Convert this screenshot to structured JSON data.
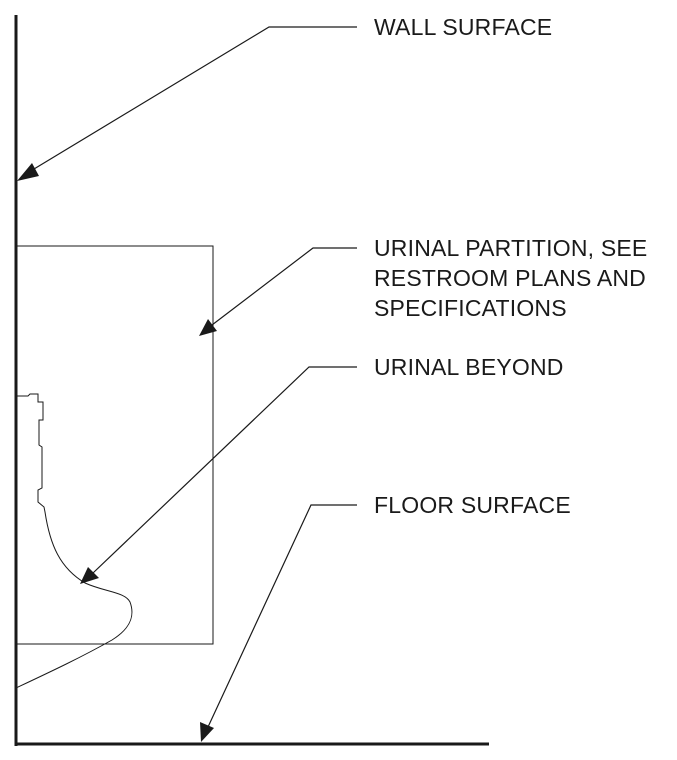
{
  "callouts": {
    "wall_surface": "WALL SURFACE",
    "urinal_partition": [
      "URINAL PARTITION, SEE",
      "RESTROOM PLANS AND",
      "SPECIFICATIONS"
    ],
    "urinal_beyond": "URINAL BEYOND",
    "floor_surface": "FLOOR SURFACE"
  },
  "colors": {
    "line": "#1a1a1a",
    "text": "#1a1a1a",
    "background": "#ffffff"
  }
}
